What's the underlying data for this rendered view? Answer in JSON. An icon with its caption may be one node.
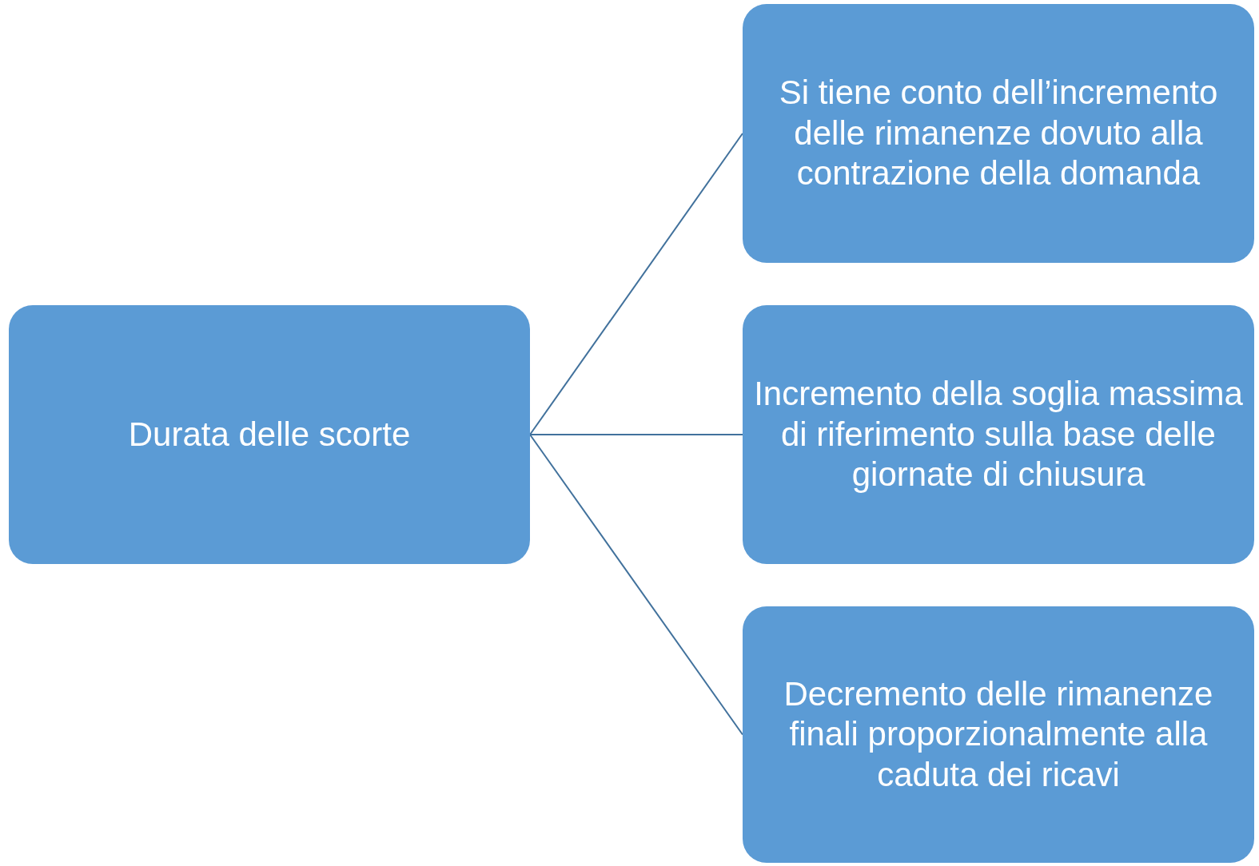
{
  "diagram": {
    "nodes": [
      {
        "text": [
          "Durata delle scorte"
        ]
      },
      {
        "text": [
          "Si tiene conto dell’incremento delle rimanenze dovuto alla contrazione della domanda"
        ]
      },
      {
        "text": [
          "Incremento della soglia massima di riferimento sulla base delle giornate di chiusura"
        ]
      },
      {
        "text": [
          "Decremento delle rimanenze finali proporzionalmente alla caduta dei ricavi"
        ]
      }
    ],
    "edges": [
      {
        "from": 0,
        "to": 1,
        "arrow": "none"
      },
      {
        "from": 0,
        "to": 2,
        "arrow": "none"
      },
      {
        "from": 0,
        "to": 3,
        "arrow": "none"
      }
    ]
  }
}
